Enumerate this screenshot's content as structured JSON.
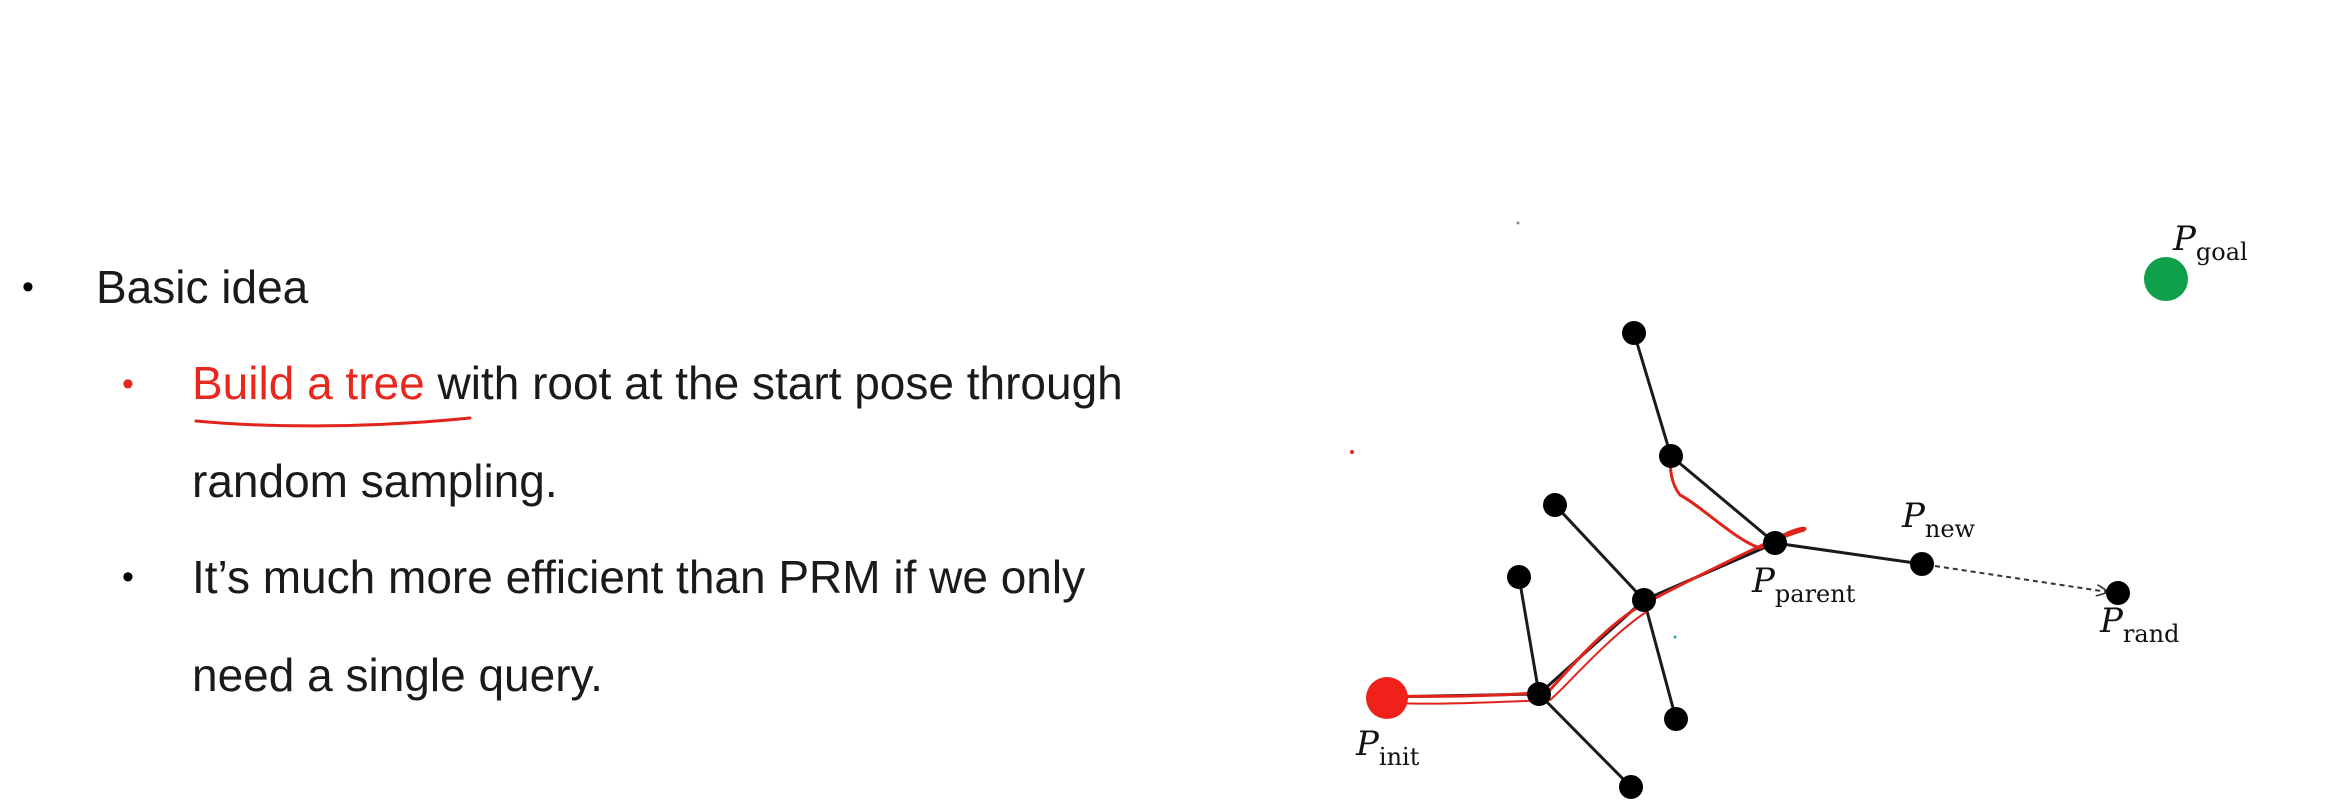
{
  "bullets": {
    "level1": {
      "marker": "•",
      "text": "Basic idea"
    },
    "level2": [
      {
        "marker": "•",
        "highlight": "Build a tree",
        "rest": " with root at the start pose through",
        "continuation": "random sampling."
      },
      {
        "marker": "•",
        "text": "It’s much more efficient than PRM if we only",
        "continuation": "need a single query."
      }
    ]
  },
  "diagram": {
    "labels": {
      "goal": {
        "base": "P",
        "sub": "goal"
      },
      "new": {
        "base": "P",
        "sub": "new"
      },
      "parent": {
        "base": "P",
        "sub": "parent"
      },
      "rand": {
        "base": "P",
        "sub": "rand"
      },
      "init": {
        "base": "P",
        "sub": "init"
      }
    },
    "colors": {
      "init_node": "#f0211a",
      "goal_node": "#109f4a",
      "tree_node": "#000000",
      "tree_edge": "#1a1a1a",
      "annotation": "#e0241c"
    }
  }
}
